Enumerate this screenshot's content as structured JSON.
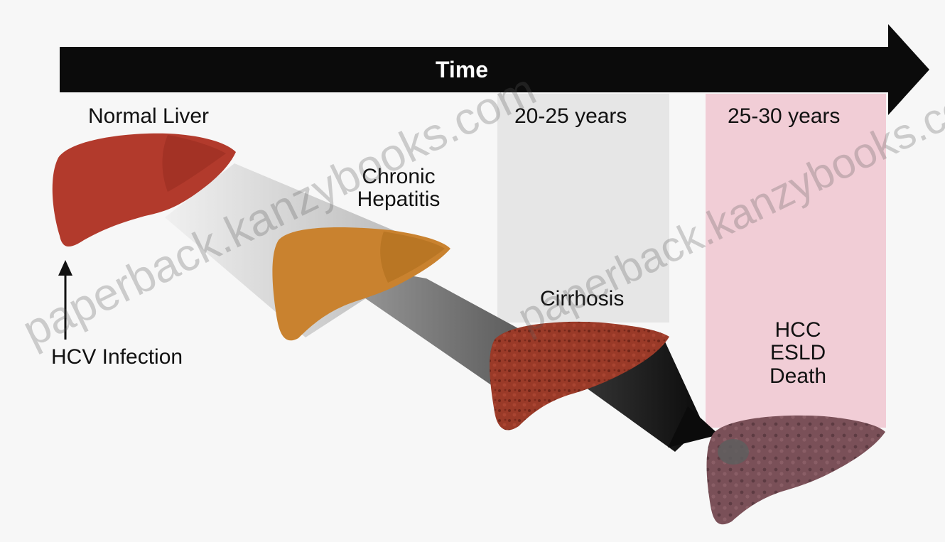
{
  "timeline": {
    "label": "Time"
  },
  "stages": [
    {
      "label": "Normal Liver",
      "color": "#b23a2c"
    },
    {
      "label": "Chronic Hepatitis",
      "line1": "Chronic",
      "line2": "Hepatitis",
      "color": "#c9822f"
    },
    {
      "label": "Cirrhosis",
      "period": "20-25 years",
      "color": "#9a3a28"
    },
    {
      "label": "HCC ESLD Death",
      "line1": "HCC",
      "line2": "ESLD",
      "line3": "Death",
      "period": "25-30 years",
      "color": "#7a5058"
    }
  ],
  "trigger": {
    "label": "HCV Infection"
  },
  "colors": {
    "period1_band": "#e6e6e6",
    "period2_band": "#f1cdd6",
    "arrow": "#0b0b0b"
  },
  "watermark": {
    "text": "paperback.kanzybooks.com"
  }
}
